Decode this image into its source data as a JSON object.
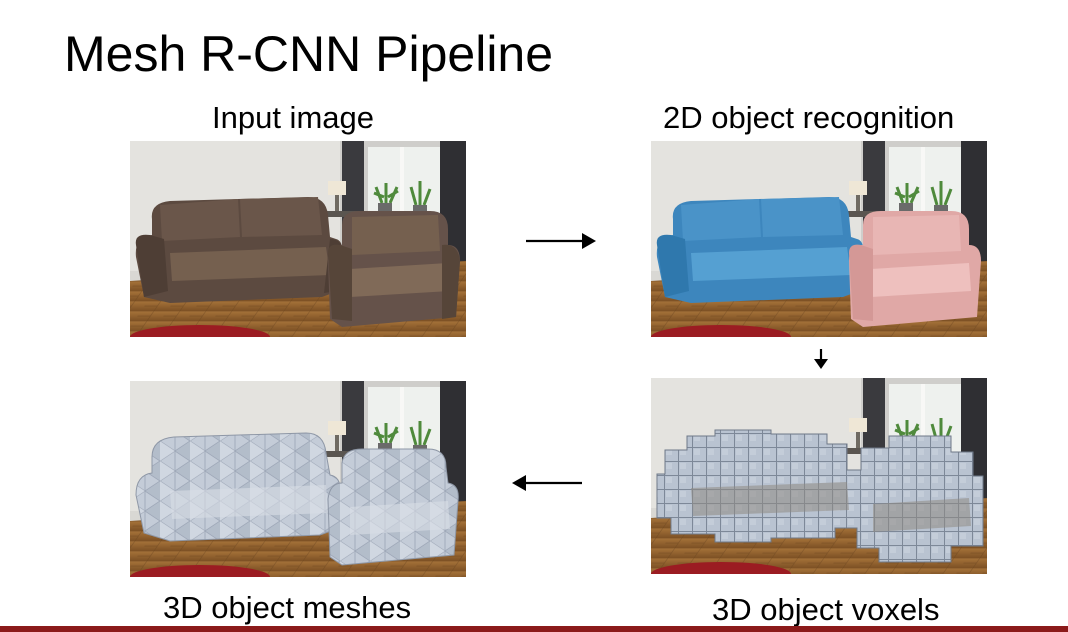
{
  "slide": {
    "title": "Mesh R-CNN Pipeline",
    "accent_color": "#8b1a1a"
  },
  "stages": [
    {
      "label": "Input image",
      "image": "living-room-sofas-photo"
    },
    {
      "label": "2D object recognition",
      "image": "segmented-sofas-photo"
    },
    {
      "label": "3D object voxels",
      "image": "voxelized-sofas-photo"
    },
    {
      "label": "3D object meshes",
      "image": "meshed-sofas-photo"
    }
  ],
  "arrows": [
    "arrow-right-icon",
    "arrow-down-icon",
    "arrow-left-icon"
  ],
  "colors": {
    "sofa": "#5c4a40",
    "mask_sofa": "#3d86bd",
    "mask_chair": "#e0a8a6",
    "voxel": "#aab6c6",
    "mesh": "#c4ccd8"
  }
}
